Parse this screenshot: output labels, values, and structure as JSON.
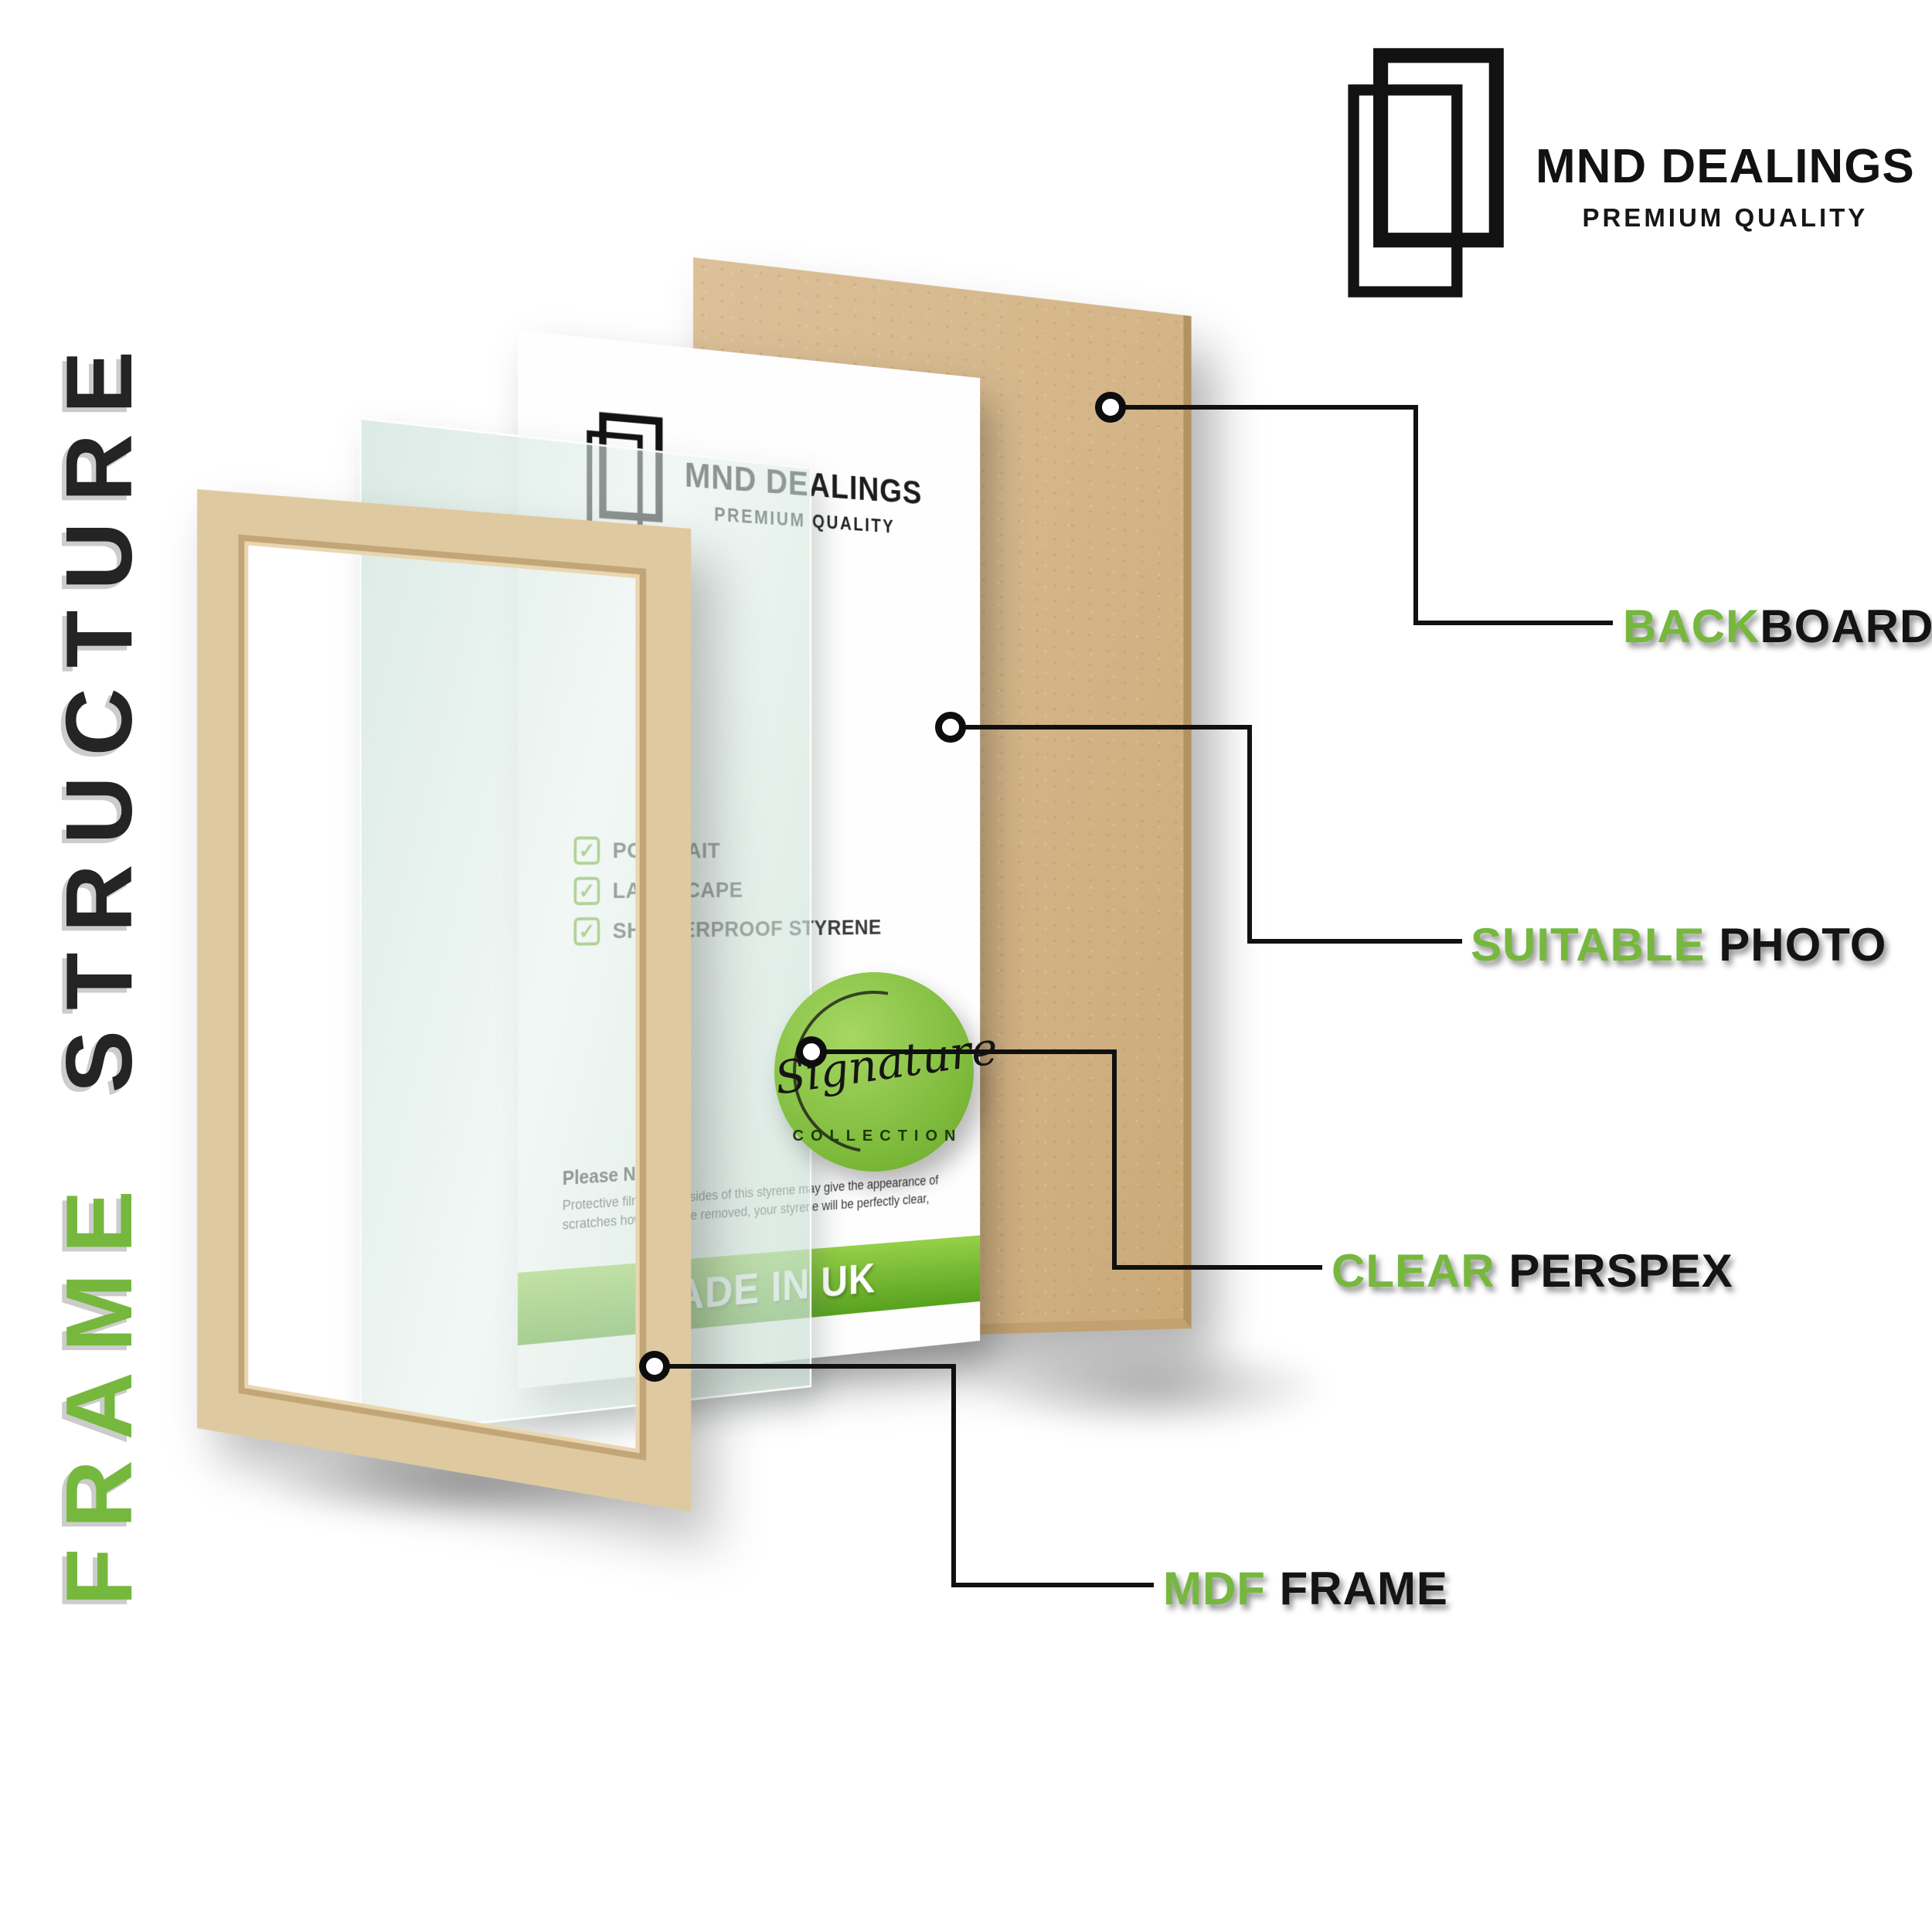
{
  "brand": {
    "name": "MND DEALINGS",
    "tagline": "PREMIUM QUALITY"
  },
  "side_title": {
    "word_green": "FRAME",
    "word_dark": "STRUCTURE"
  },
  "insert_sheet": {
    "brand_name": "MND DEALINGS",
    "brand_tagline": "PREMIUM QUALITY",
    "checklist": [
      "PORTRAIT",
      "LANDSCAPE",
      "SHATTERPROOF STYRENE"
    ],
    "note_title": "Please Note:",
    "note_body": "Protective film on both sides of this styrene may give the appearance of scratches however once removed, your styrene will be perfectly clear,",
    "banner_text": "MADE IN UK",
    "badge": {
      "script": "Signature",
      "arc_text": "COLLECTION"
    }
  },
  "callouts": [
    {
      "accent": "BACK",
      "rest": "BOARD"
    },
    {
      "accent": "SUITABLE",
      "rest": " PHOTO"
    },
    {
      "accent": "CLEAR",
      "rest": " PERSPEX"
    },
    {
      "accent": "MDF",
      "rest": " FRAME"
    }
  ],
  "icons": {
    "check": "✓"
  },
  "colors": {
    "accent_green": "#76b83e",
    "banner_gradient_start": "#95d048",
    "banner_gradient_end": "#58a21f",
    "wood": "#dfc9a0",
    "mdf_board": "#d6b88c",
    "ink": "#141414"
  }
}
